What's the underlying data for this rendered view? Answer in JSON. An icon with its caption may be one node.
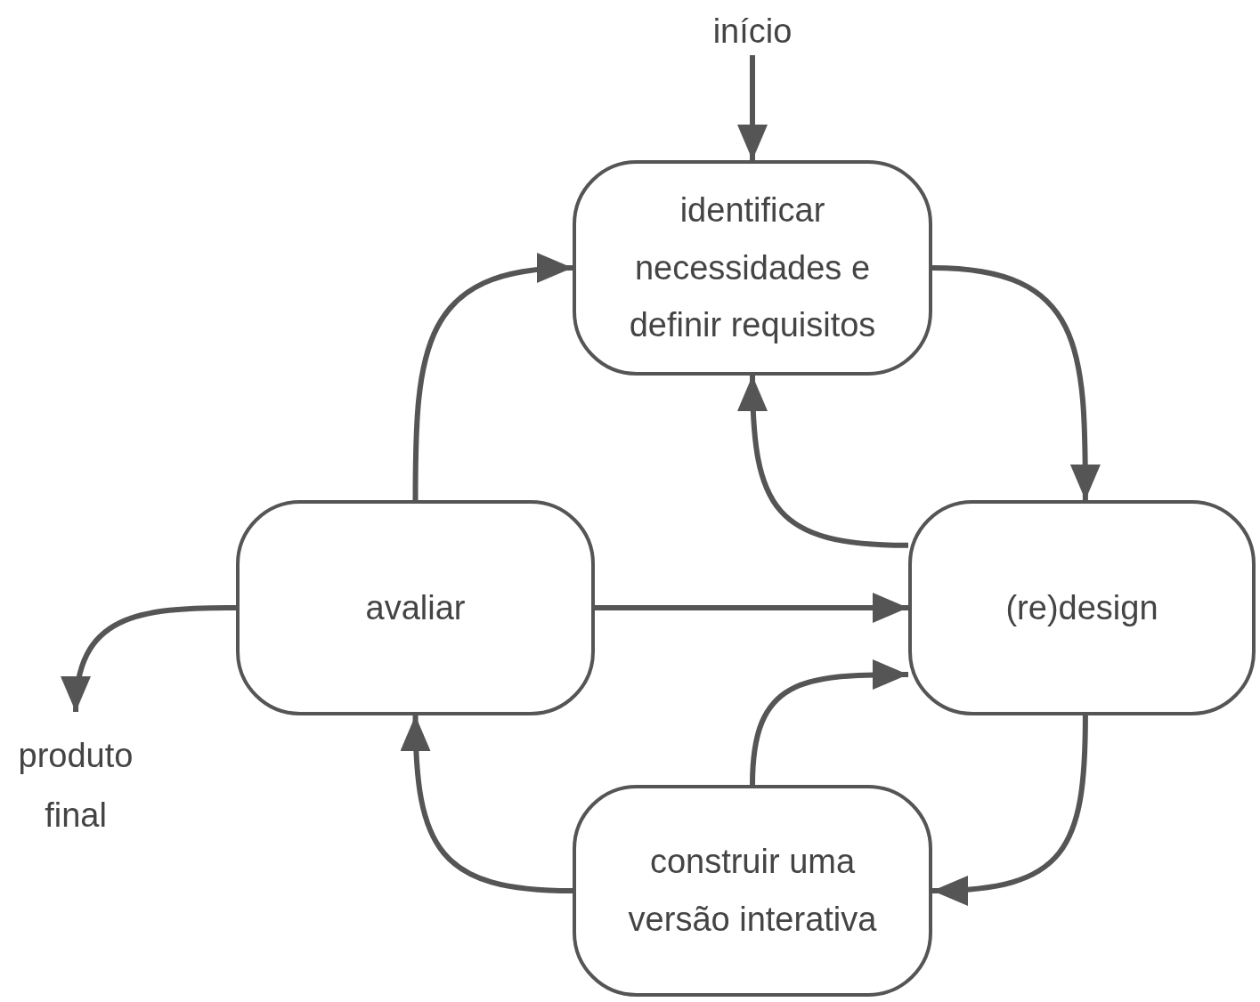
{
  "diagram": {
    "nodes": [
      {
        "text": [
          "início"
        ]
      },
      {
        "text": [
          "identificar necessidades e definir requisitos"
        ]
      },
      {
        "text": [
          "avaliar"
        ]
      },
      {
        "text": [
          "(re)design"
        ]
      },
      {
        "text": [
          "construir uma versão interativa"
        ]
      },
      {
        "text": [
          "produto final"
        ]
      }
    ],
    "edges": [
      {
        "from": 0,
        "to": 1,
        "arrow": "to"
      },
      {
        "from": 1,
        "to": 3,
        "arrow": "to"
      },
      {
        "from": 3,
        "to": 1,
        "arrow": "to"
      },
      {
        "from": 2,
        "to": 1,
        "arrow": "to"
      },
      {
        "from": 2,
        "to": 3,
        "arrow": "to"
      },
      {
        "from": 3,
        "to": 4,
        "arrow": "to"
      },
      {
        "from": 4,
        "to": 3,
        "arrow": "to"
      },
      {
        "from": 4,
        "to": 2,
        "arrow": "to"
      },
      {
        "from": 2,
        "to": 5,
        "arrow": "to"
      }
    ]
  }
}
